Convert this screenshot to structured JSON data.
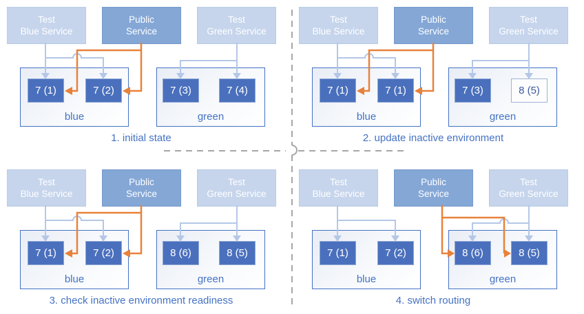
{
  "colors": {
    "public_route_arrow": "#e8813a",
    "test_route_arrow": "#b4c7e7",
    "pod_fill": "#4a70bd",
    "pod_creating_fill": "#fdfdfe",
    "env_border": "#4472c4",
    "caption_text": "#4472c4",
    "service_box_test": "#c6d5ec",
    "service_box_public": "#84a7d6",
    "divider_dash": "#a6a6a6"
  },
  "services": {
    "test_blue": {
      "line1": "Test",
      "line2": "Blue Service"
    },
    "public": {
      "line1": "Public",
      "line2": "Service"
    },
    "test_green": {
      "line1": "Test",
      "line2": "Green Service"
    }
  },
  "quadrants": [
    {
      "caption": "1. initial state",
      "public_routes_to": "blue",
      "blue_env": {
        "label": "blue",
        "pods": [
          "7 (1)",
          "7 (2)"
        ]
      },
      "green_env": {
        "label": "green",
        "pods": [
          "7 (3)",
          "7 (4)"
        ]
      }
    },
    {
      "caption": "2. update inactive environment",
      "public_routes_to": "blue",
      "blue_env": {
        "label": "blue",
        "pods": [
          "7 (1)",
          "7 (1)"
        ]
      },
      "green_env": {
        "label": "green",
        "pods": [
          "7 (3)",
          "8 (5)"
        ],
        "pod_states": [
          "filled",
          "outlined"
        ]
      }
    },
    {
      "caption": "3. check inactive environment readiness",
      "public_routes_to": "blue",
      "blue_env": {
        "label": "blue",
        "pods": [
          "7 (1)",
          "7 (2)"
        ]
      },
      "green_env": {
        "label": "green",
        "pods": [
          "8 (6)",
          "8 (5)"
        ]
      }
    },
    {
      "caption": "4. switch routing",
      "public_routes_to": "green",
      "blue_env": {
        "label": "blue",
        "pods": [
          "7 (1)",
          "7 (2)"
        ]
      },
      "green_env": {
        "label": "green",
        "pods": [
          "8 (6)",
          "8 (5)"
        ]
      }
    }
  ]
}
